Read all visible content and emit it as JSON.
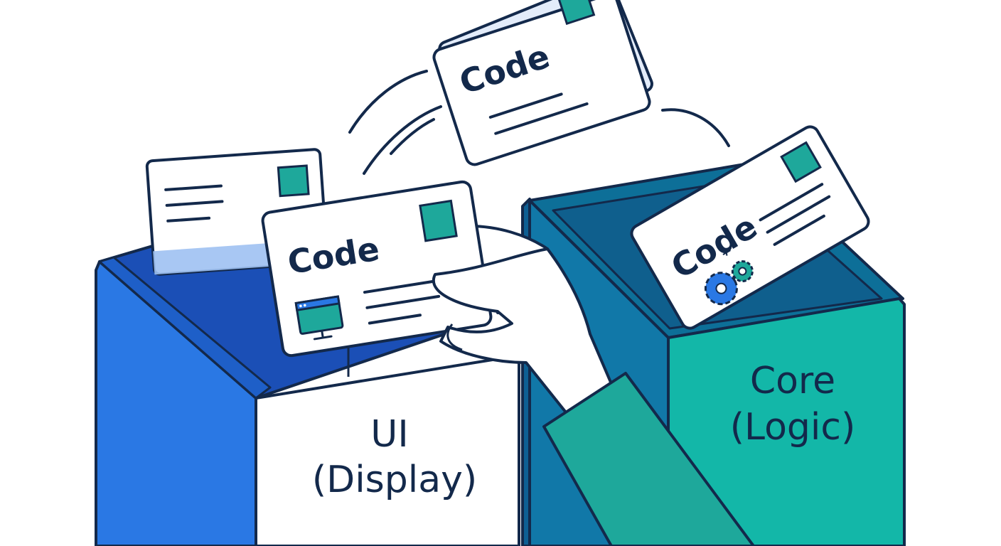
{
  "cards": {
    "flying": {
      "label": "Code"
    },
    "ui": {
      "label": "Code",
      "icon": "monitor-icon"
    },
    "core": {
      "label": "Code",
      "icon": "gears-icon"
    }
  },
  "bins": {
    "ui": {
      "line1": "UI",
      "line2": "(Display)"
    },
    "core": {
      "line1": "Core",
      "line2": "(Logic)"
    }
  },
  "colors": {
    "outline": "#13294b",
    "ui_blue": "#2a78e4",
    "ui_blue_dark": "#1b4fb6",
    "core_teal": "#13b7a8",
    "core_teal_dark": "#0d6f98",
    "accent_square": "#1ea89b"
  }
}
